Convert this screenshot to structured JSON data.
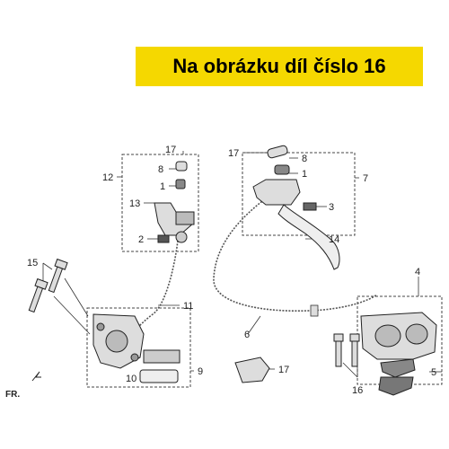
{
  "banner": {
    "text": "Na obrázku díl číslo 16",
    "color": "#f5d800"
  },
  "diagram": {
    "labels": {
      "p17a": "17",
      "p8a": "8",
      "p1a": "1",
      "p12": "12",
      "p13": "13",
      "p2": "2",
      "p17b": "17",
      "p8b": "8",
      "p1b": "1",
      "p7": "7",
      "p3": "3",
      "p14": "14",
      "p15": "15",
      "p11": "11",
      "p6": "6",
      "p4": "4",
      "p9": "9",
      "p10": "10",
      "p17c": "17",
      "p5": "5",
      "p16": "16"
    },
    "direction_marker": "FR."
  }
}
